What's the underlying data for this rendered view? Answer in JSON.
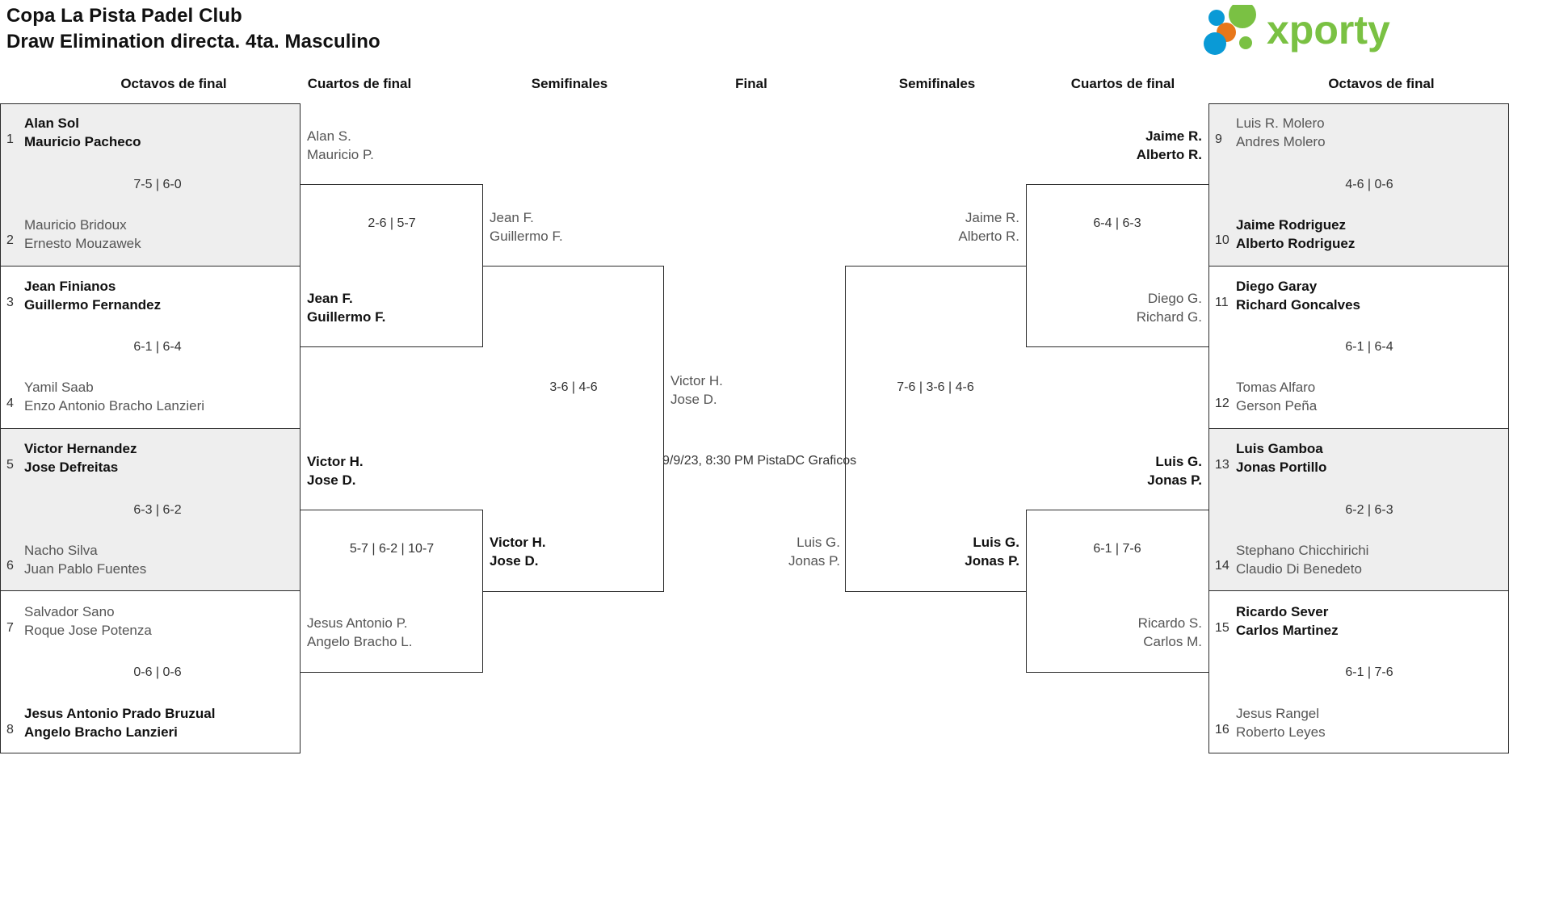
{
  "header": {
    "title_line1": "Copa La Pista Padel Club",
    "title_line2": "Draw Elimination directa. 4ta. Masculino",
    "logo_text": "xporty",
    "logo_colors": {
      "green": "#7ac143",
      "blue": "#0a9ad6",
      "orange": "#e8771a"
    }
  },
  "rounds": {
    "left_r16": "Octavos de final",
    "left_qf": "Cuartos de final",
    "left_sf": "Semifinales",
    "final": "Final",
    "right_sf": "Semifinales",
    "right_qf": "Cuartos de final",
    "right_r16": "Octavos de final"
  },
  "left": {
    "r16": [
      {
        "seed_top": "1",
        "top": [
          "Alan Sol",
          "Mauricio Pacheco"
        ],
        "top_state": "win",
        "seed_bot": "2",
        "bot": [
          "Mauricio Bridoux",
          "Ernesto Mouzawek"
        ],
        "bot_state": "lose",
        "score": "7-5 | 6-0",
        "shaded": true
      },
      {
        "seed_top": "3",
        "top": [
          "Jean Finianos",
          "Guillermo Fernandez"
        ],
        "top_state": "win",
        "seed_bot": "4",
        "bot": [
          "Yamil Saab",
          "Enzo Antonio Bracho Lanzieri"
        ],
        "bot_state": "lose",
        "score": "6-1 | 6-4",
        "shaded": false
      },
      {
        "seed_top": "5",
        "top": [
          "Victor Hernandez",
          "Jose Defreitas"
        ],
        "top_state": "win",
        "seed_bot": "6",
        "bot": [
          "Nacho Silva",
          "Juan Pablo Fuentes"
        ],
        "bot_state": "lose",
        "score": "6-3 | 6-2",
        "shaded": true
      },
      {
        "seed_top": "7",
        "top": [
          "Salvador Sano",
          "Roque Jose Potenza"
        ],
        "top_state": "lose",
        "seed_bot": "8",
        "bot": [
          "Jesus Antonio Prado Bruzual",
          "Angelo Bracho Lanzieri"
        ],
        "bot_state": "win",
        "score": "0-6 | 0-6",
        "shaded": false
      }
    ],
    "qf": [
      {
        "top": [
          "Alan S.",
          "Mauricio P."
        ],
        "top_state": "lose",
        "bot": [
          "Jean F.",
          "Guillermo F."
        ],
        "bot_state": "win",
        "score": "2-6 | 5-7"
      },
      {
        "top": [
          "Victor H.",
          "Jose D."
        ],
        "top_state": "win",
        "bot": [
          "Jesus Antonio P.",
          "Angelo Bracho L."
        ],
        "bot_state": "lose",
        "score": "5-7 | 6-2 | 10-7"
      }
    ],
    "sf": [
      {
        "top": [
          "Jean F.",
          "Guillermo F."
        ],
        "top_state": "lose",
        "bot": [
          "Victor H.",
          "Jose D."
        ],
        "bot_state": "win",
        "score": "3-6 | 4-6"
      }
    ]
  },
  "final": {
    "top": [
      "Victor H.",
      "Jose D."
    ],
    "top_state": "lose",
    "bot": [
      "Luis G.",
      "Jonas P."
    ],
    "bot_state": "lose",
    "meta_line1": "9/9/23, 8:30 PM Pista",
    "meta_line2": "DC Graficos"
  },
  "right": {
    "r16": [
      {
        "seed_top": "9",
        "top": [
          "Luis R. Molero",
          "Andres Molero"
        ],
        "top_state": "lose",
        "seed_bot": "10",
        "bot": [
          "Jaime Rodriguez",
          "Alberto Rodriguez"
        ],
        "bot_state": "win",
        "score": "4-6 | 0-6",
        "shaded": true
      },
      {
        "seed_top": "11",
        "top": [
          "Diego Garay",
          "Richard Goncalves"
        ],
        "top_state": "win",
        "seed_bot": "12",
        "bot": [
          "Tomas Alfaro",
          "Gerson Peña"
        ],
        "bot_state": "lose",
        "score": "6-1 | 6-4",
        "shaded": false
      },
      {
        "seed_top": "13",
        "top": [
          "Luis Gamboa",
          "Jonas Portillo"
        ],
        "top_state": "win",
        "seed_bot": "14",
        "bot": [
          "Stephano Chicchirichi",
          "Claudio Di Benedeto"
        ],
        "bot_state": "lose",
        "score": "6-2 | 6-3",
        "shaded": true
      },
      {
        "seed_top": "15",
        "top": [
          "Ricardo Sever",
          "Carlos Martinez"
        ],
        "top_state": "win",
        "seed_bot": "16",
        "bot": [
          "Jesus Rangel",
          "Roberto Leyes"
        ],
        "bot_state": "lose",
        "score": "6-1 | 7-6",
        "shaded": false
      }
    ],
    "qf": [
      {
        "top": [
          "Jaime R.",
          "Alberto R."
        ],
        "top_state": "win",
        "bot": [
          "Diego G.",
          "Richard G."
        ],
        "bot_state": "lose",
        "score": "6-4 | 6-3"
      },
      {
        "top": [
          "Luis G.",
          "Jonas P."
        ],
        "top_state": "win",
        "bot": [
          "Ricardo S.",
          "Carlos M."
        ],
        "bot_state": "lose",
        "score": "6-1 | 7-6"
      }
    ],
    "sf": [
      {
        "top": [
          "Jaime R.",
          "Alberto R."
        ],
        "top_state": "lose",
        "bot": [
          "Luis G.",
          "Jonas P."
        ],
        "bot_state": "win",
        "score": "7-6 | 3-6 | 4-6"
      }
    ]
  }
}
